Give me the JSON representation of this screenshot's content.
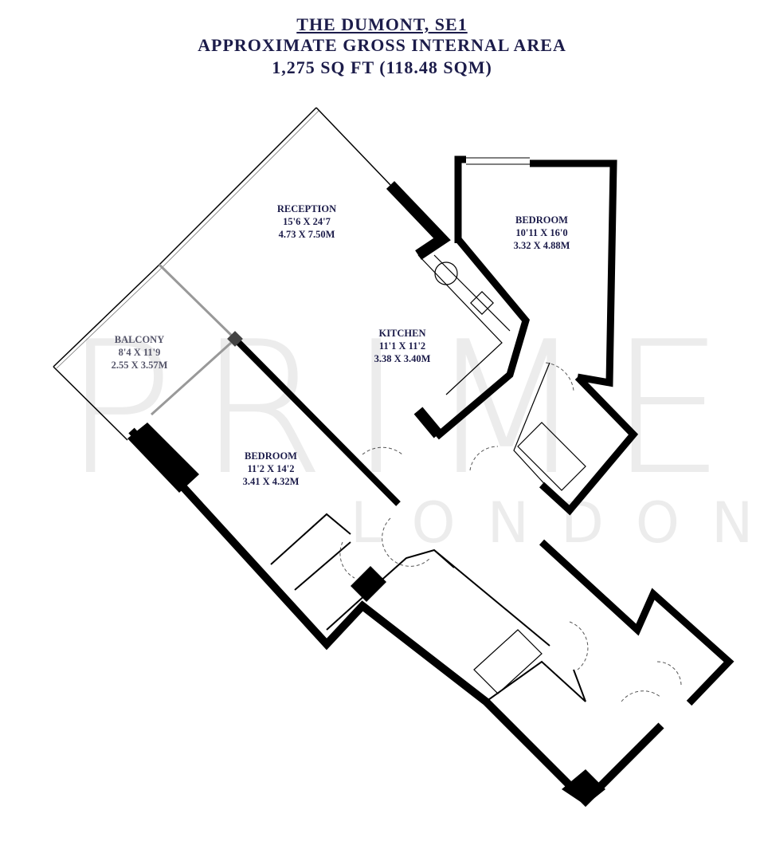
{
  "header": {
    "title": "THE DUMONT, SE1",
    "subtitle": "APPROXIMATE GROSS INTERNAL AREA",
    "area": "1,275 SQ FT (118.48 SQM)"
  },
  "watermark": {
    "brand": "PRIME",
    "sub": "LONDON"
  },
  "rooms": [
    {
      "name": "RECEPTION",
      "imperial": "15'6 X 24'7",
      "metric": "4.73 X 7.50M"
    },
    {
      "name": "BEDROOM",
      "imperial": "10'11 X 16'0",
      "metric": "3.32 X 4.88M"
    },
    {
      "name": "KITCHEN",
      "imperial": "11'1 X 11'2",
      "metric": "3.38 X 3.40M"
    },
    {
      "name": "BALCONY",
      "imperial": "8'4 X 11'9",
      "metric": "2.55 X 3.57M"
    },
    {
      "name": "BEDROOM",
      "imperial": "11'2 X 14'2",
      "metric": "3.41 X 4.32M"
    }
  ],
  "colors": {
    "text": "#1c1c4a",
    "wall": "#000000",
    "watermark": "#ececec"
  }
}
